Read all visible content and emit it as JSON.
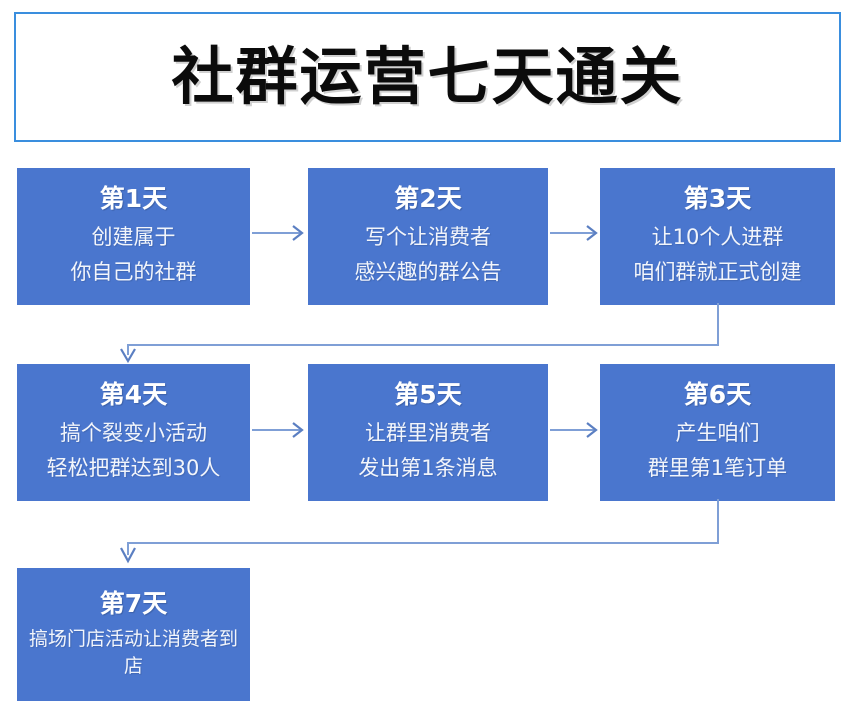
{
  "title": {
    "text": "社群运营七天通关",
    "border_color": "#3a8ede"
  },
  "theme": {
    "box_fill": "#4a76ce",
    "box_text": "#ffffff",
    "connector_color": "#7f9fd6",
    "title_text_color": "#0b0b0b",
    "background": "#ffffff"
  },
  "steps": [
    {
      "id": "day-1",
      "day": "第1天",
      "lines": [
        "创建属于",
        "你自己的社群"
      ]
    },
    {
      "id": "day-2",
      "day": "第2天",
      "lines": [
        "写个让消费者",
        "感兴趣的群公告"
      ]
    },
    {
      "id": "day-3",
      "day": "第3天",
      "lines": [
        "让10个人进群",
        "咱们群就正式创建"
      ]
    },
    {
      "id": "day-4",
      "day": "第4天",
      "lines": [
        "搞个裂变小活动",
        "轻松把群达到30人"
      ]
    },
    {
      "id": "day-5",
      "day": "第5天",
      "lines": [
        "让群里消费者",
        "发出第1条消息"
      ]
    },
    {
      "id": "day-6",
      "day": "第6天",
      "lines": [
        "产生咱们",
        "群里第1笔订单"
      ]
    },
    {
      "id": "day-7",
      "day": "第7天",
      "lines": [
        "搞场门店活动让消费者到店"
      ]
    }
  ],
  "connectors": [
    {
      "id": "arrow-1-to-2",
      "type": "arrow-right"
    },
    {
      "id": "arrow-2-to-3",
      "type": "arrow-right"
    },
    {
      "id": "elbow-3-to-4",
      "type": "elbow-down-left"
    },
    {
      "id": "arrow-4-to-5",
      "type": "arrow-right"
    },
    {
      "id": "arrow-5-to-6",
      "type": "arrow-right"
    },
    {
      "id": "elbow-6-to-7",
      "type": "elbow-down-left"
    }
  ]
}
